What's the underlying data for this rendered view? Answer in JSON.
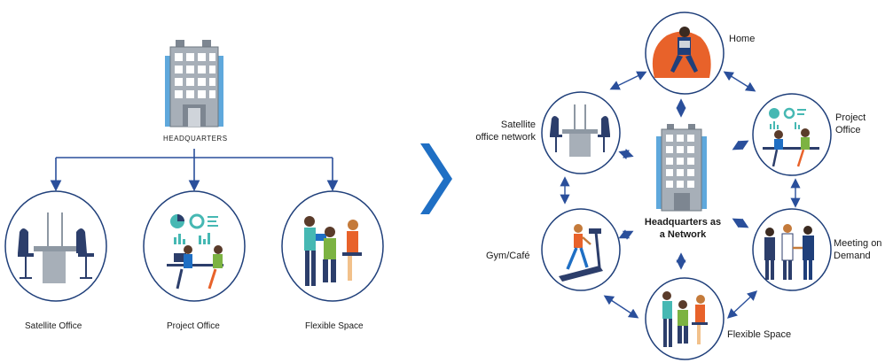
{
  "left": {
    "hq_caption": "HEADQUARTERS",
    "nodes": [
      {
        "label": "Satellite Office"
      },
      {
        "label": "Project Office"
      },
      {
        "label": "Flexible Space"
      }
    ]
  },
  "right": {
    "hq_line1": "Headquarters as",
    "hq_line2": "a Network",
    "home": "Home",
    "project_line1": "Project",
    "project_line2": "Office",
    "meeting_line1": "Meeting on",
    "meeting_line2": "Demand",
    "flexible": "Flexible Space",
    "gym": "Gym/Café",
    "satellite_line1": "Satellite",
    "satellite_line2": "office network"
  },
  "colors": {
    "line": "#2a4f9b",
    "chevron": "#1f6fc4",
    "circle": "#1f3f7a",
    "building": "#9aa3ad",
    "building_accent": "#5fa8dc",
    "orange": "#e8622a",
    "teal": "#46b8b3",
    "green": "#7cb342",
    "navy": "#2c3e6b"
  }
}
